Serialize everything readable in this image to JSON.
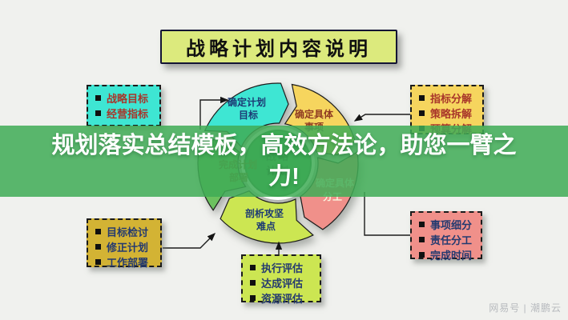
{
  "title": "战略计划内容说明",
  "banner": {
    "line1": "规划落实总结模板，高效方法论，助您一臂之",
    "line2": "力!"
  },
  "watermark": "网易号 | 潮鹏云",
  "boxes": {
    "top_left": {
      "items": [
        "战略目标",
        "经营指标"
      ]
    },
    "top_right": {
      "items": [
        "指标分解",
        "策略拆解",
        "预算分解"
      ]
    },
    "bottom_left": {
      "items": [
        "目标检讨",
        "修正计划",
        "工作部署"
      ]
    },
    "bottom_center": {
      "items": [
        "执行评估",
        "达成评估",
        "资源评估"
      ]
    },
    "bottom_right": {
      "items": [
        "事项细分",
        "责任分工",
        "完成时间"
      ]
    }
  },
  "circle": {
    "center": {
      "line1": "战略",
      "line2": "计划",
      "color": "#2f9e4f"
    },
    "segments": [
      {
        "name": "determine-plan-goals",
        "line1": "确定计划",
        "line2": "目标",
        "color": "#3ee6d3"
      },
      {
        "name": "determine-specific-matters",
        "line1": "确定具体",
        "line2": "事项",
        "color": "#f6d55e"
      },
      {
        "name": "determine-specific-division",
        "line1": "确定具体",
        "line2": "分工",
        "color": "#f0908a"
      },
      {
        "name": "analyze-key-difficulties",
        "line1": "剖析攻坚",
        "line2": "难点",
        "color": "#cce652"
      },
      {
        "name": "complete-plan-deployment",
        "line1": "完成计划",
        "line2": "部署",
        "color": "#6cc15f"
      }
    ]
  },
  "colors": {
    "banner_green": "#40ac56",
    "title_bg": "#dcea7d",
    "background": "#f0f1ee"
  }
}
